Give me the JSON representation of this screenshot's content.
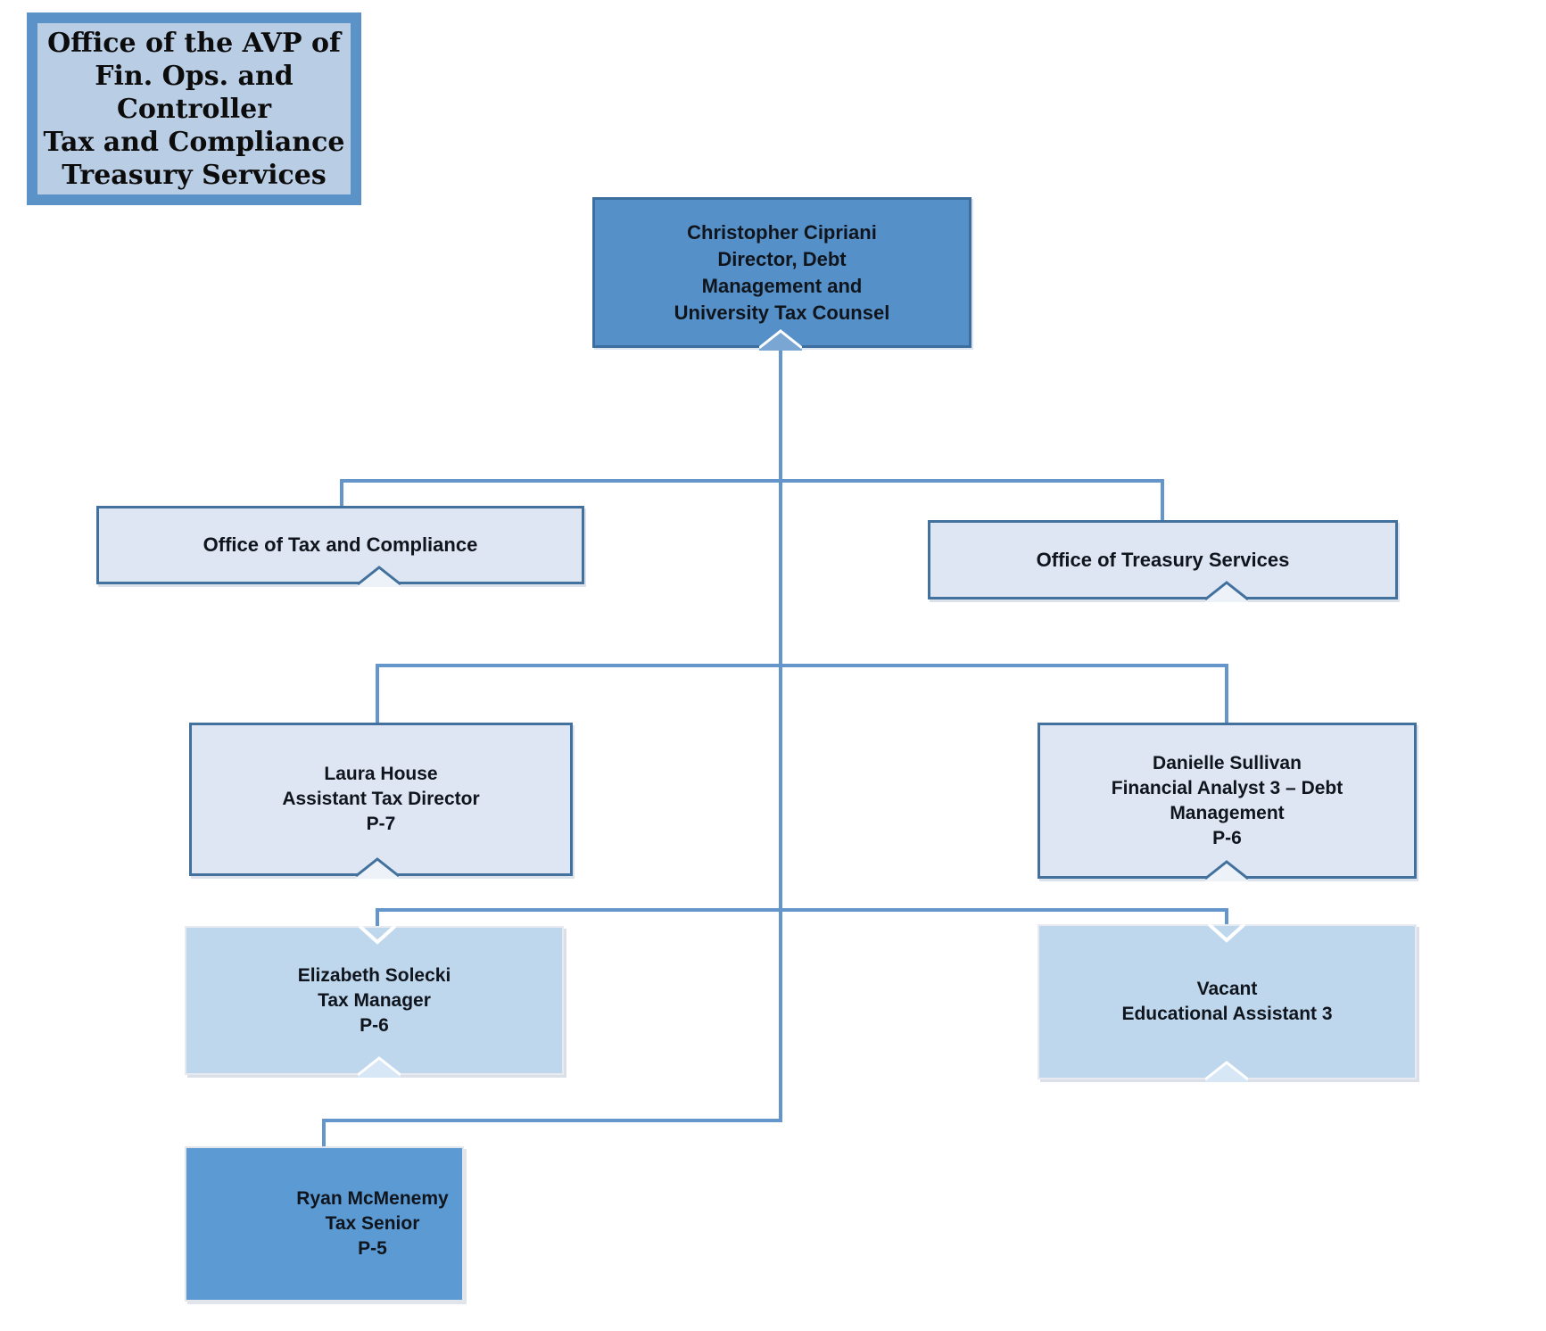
{
  "document": {
    "type": "organizational-chart"
  },
  "title_box": {
    "lines": [
      "Office of the AVP of",
      "Fin. Ops. and",
      "Controller",
      "Tax and Compliance",
      "Treasury Services"
    ]
  },
  "boxes": {
    "director": {
      "lines": [
        "Christopher Cipriani",
        "Director, Debt",
        "Management and",
        "University Tax Counsel"
      ]
    },
    "tax_office": {
      "lines": [
        "Office of Tax and Compliance"
      ]
    },
    "treasury_office": {
      "lines": [
        "Office of Treasury Services"
      ]
    },
    "laura": {
      "lines": [
        "Laura House",
        "Assistant Tax Director",
        "P-7"
      ]
    },
    "danielle": {
      "lines": [
        "Danielle Sullivan",
        "Financial Analyst 3 – Debt",
        "Management",
        "P-6"
      ]
    },
    "elizabeth": {
      "lines": [
        "Elizabeth Solecki",
        "Tax Manager",
        "P-6"
      ]
    },
    "vacant": {
      "lines": [
        "Vacant",
        "Educational Assistant 3"
      ]
    },
    "ryan": {
      "lines": [
        "Ryan McMenemy",
        "Tax Senior",
        "P-5"
      ]
    }
  },
  "colors": {
    "connector": "#6496cb",
    "title_fill": "#b9cde5",
    "title_border": "#5b93c8",
    "director_fill": "#5591c8",
    "director_border": "#3c6e9f",
    "light_fill": "#dee6f3",
    "light_border": "#41719c",
    "pale_fill": "#bed7ed",
    "solid_fill": "#5b9ad2",
    "text": "#10151d"
  }
}
